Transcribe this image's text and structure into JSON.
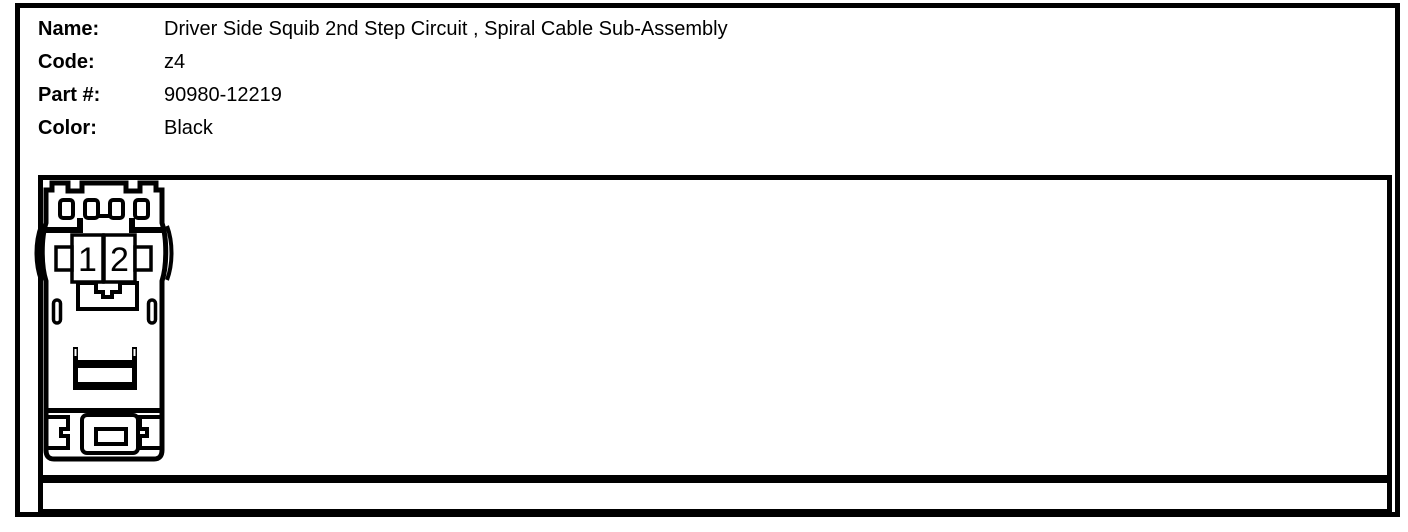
{
  "page": {
    "ink_color": "#000000",
    "paper_color": "#ffffff"
  },
  "header": {
    "rows": [
      {
        "label": "Name:",
        "value": "Driver Side Squib 2nd Step Circuit , Spiral Cable Sub-Assembly"
      },
      {
        "label": "Code:",
        "value": "z4"
      },
      {
        "label": "Part #:",
        "value": "90980-12219"
      },
      {
        "label": "Color:",
        "value": "Black"
      }
    ]
  },
  "diagram": {
    "connector": {
      "pins": [
        "1",
        "2"
      ]
    }
  }
}
